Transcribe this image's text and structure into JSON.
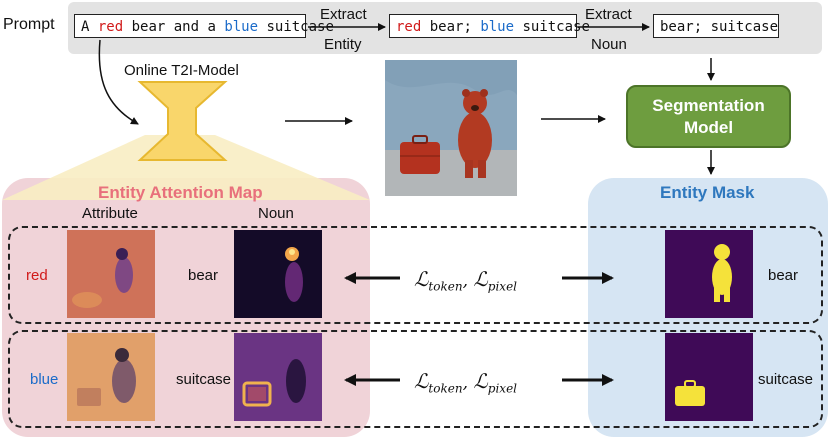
{
  "prompt_label": "Prompt",
  "prompt_text": {
    "p1": "A ",
    "attr1": "red",
    "p2": " bear and a ",
    "attr2": "blue",
    "p3": " suitcase"
  },
  "extract_entity": {
    "line1": "Extract",
    "line2": "Entity"
  },
  "entity_text": {
    "attr1": "red",
    "p1": " bear; ",
    "attr2": "blue",
    "p2": " suitcase"
  },
  "extract_noun": {
    "line1": "Extract",
    "line2": "Noun"
  },
  "noun_text": "bear; suitcase",
  "model_label": "Online T2I-Model",
  "segmentation": {
    "line1": "Segmentation",
    "line2": "Model"
  },
  "attention_title": "Entity Attention Map",
  "mask_title": "Entity Mask",
  "col_attribute": "Attribute",
  "col_noun": "Noun",
  "rows": [
    {
      "attribute": "red",
      "noun": "bear",
      "mask_noun": "bear"
    },
    {
      "attribute": "blue",
      "noun": "suitcase",
      "mask_noun": "suitcase"
    }
  ],
  "colors": {
    "red_attr": "#d11a1a",
    "blue_attr": "#1b6bc9",
    "attention_title": "#e8707c",
    "mask_title": "#2f78be",
    "segmentation_fill": "#6e9d3f"
  }
}
